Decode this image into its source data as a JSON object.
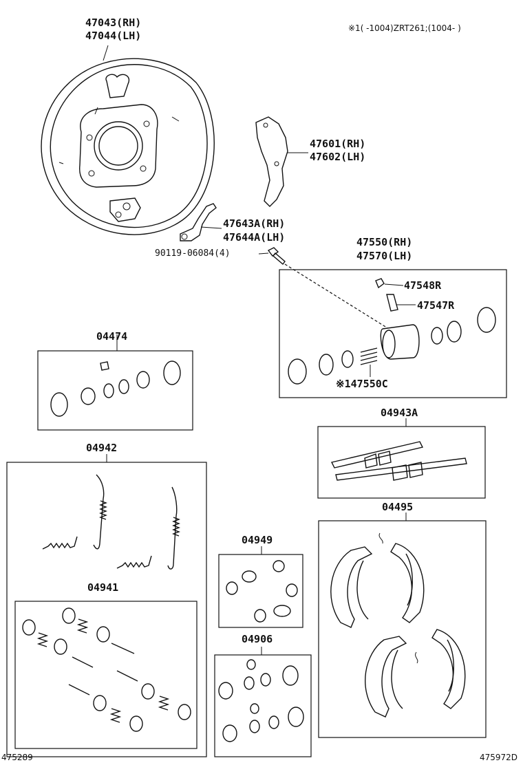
{
  "note": "※1(    -1004)ZRT261;(1004-    )",
  "footer": {
    "left": "475289",
    "right": "475972D"
  },
  "parts": {
    "backing_plate": {
      "num_rh": "47043(RH)",
      "num_lh": "47044(LH)"
    },
    "lever": {
      "num_rh": "47601(RH)",
      "num_lh": "47602(LH)"
    },
    "strut": {
      "num_rh": "47643A(RH)",
      "num_lh": "47644A(LH)"
    },
    "bolt": {
      "num": "90119-06084(4)"
    },
    "wheel_cylinder": {
      "num_rh": "47550(RH)",
      "num_lh": "47570(LH)"
    },
    "bleeder_cap": {
      "num": "47548R"
    },
    "bleeder_plug": {
      "num": "47547R"
    },
    "cylinder_sub": {
      "num": "※147550C"
    },
    "kit_04474": {
      "num": "04474"
    },
    "kit_04943a": {
      "num": "04943A"
    },
    "kit_04942": {
      "num": "04942"
    },
    "kit_04495": {
      "num": "04495"
    },
    "kit_04949": {
      "num": "04949"
    },
    "kit_04941": {
      "num": "04941"
    },
    "kit_04906": {
      "num": "04906"
    }
  }
}
